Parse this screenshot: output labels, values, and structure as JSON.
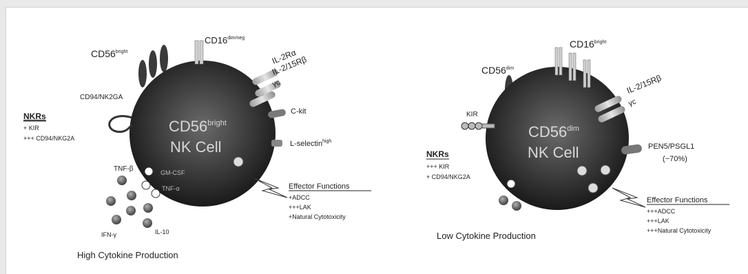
{
  "left_cell": {
    "title_line1": "CD56",
    "title_sup": "bright",
    "title_line2": "NK Cell",
    "cd56_label": "CD56",
    "cd56_sup": "bright",
    "cd16_label": "CD16",
    "cd16_sup": "dim/neg",
    "il2ra_label": "IL-2Rα",
    "il215rb_label": "IL-2/15Rβ",
    "gamma_c_label": "γc",
    "ckit_label": "C-kit",
    "lselectin_label": "L-selectin",
    "lselectin_sup": "high",
    "cd94_label": "CD94/NK2GA",
    "nkrs_heading": "NKRs",
    "nkrs_line1": "+ KIR",
    "nkrs_line2": "+++ CD94/NKG2A",
    "tnfb_label": "TNF-β",
    "gmcsf_label": "GM-CSF",
    "tnfa_label": "TNF-α",
    "ifng_label": "IFN-γ",
    "il10_label": "IL-10",
    "effector_heading": "Effector Functions",
    "effector_line1": "+ADCC",
    "effector_line2": "+++LAK",
    "effector_line3": "+Natural Cytotoxicity",
    "caption": "High Cytokine Production"
  },
  "right_cell": {
    "title_line1": "CD56",
    "title_sup": "dim",
    "title_line2": "NK Cell",
    "cd56_label": "CD56",
    "cd56_sup": "dim",
    "cd16_label": "CD16",
    "cd16_sup": "bright",
    "il215rb_label": "IL-2/15Rβ",
    "gamma_c_label": "γc",
    "kir_label": "KIR",
    "pen5_label": "PEN5/PSGL1",
    "pen5_pct": "(~70%)",
    "nkrs_heading": "NKRs",
    "nkrs_line1": "+++ KIR",
    "nkrs_line2": "+ CD94/NKG2A",
    "effector_heading": "Effector Functions",
    "effector_line1": "+++ADCC",
    "effector_line2": "+++LAK",
    "effector_line3": "+++Natural Cytotoxicity",
    "caption": "Low Cytokine Production"
  }
}
